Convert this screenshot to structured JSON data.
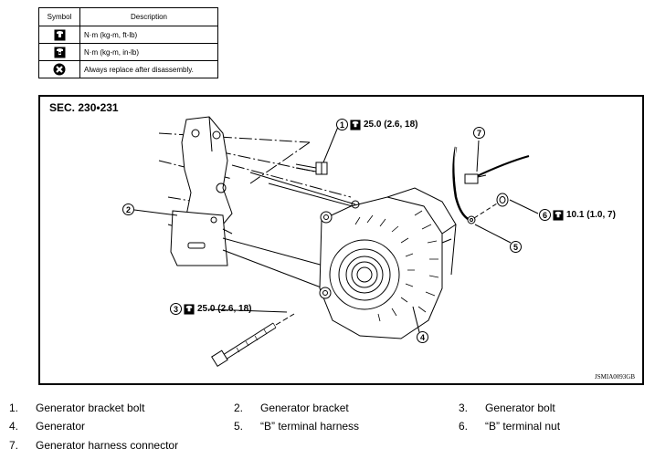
{
  "legend": {
    "header_symbol": "Symbol",
    "header_description": "Description",
    "rows": [
      {
        "icon": "torque-wrench-icon",
        "text": "N·m (kg-m, ft-lb)"
      },
      {
        "icon": "torque-wrench-small-icon",
        "text": "N·m (kg-m, in-lb)"
      },
      {
        "icon": "replace-part-icon",
        "text": "Always replace after disassembly."
      }
    ]
  },
  "diagram": {
    "section": "SEC. 230•231",
    "figure_id": "JSMIA0093GB",
    "callouts": [
      {
        "num": "1",
        "torque": "25.0 (2.6, 18)"
      },
      {
        "num": "2"
      },
      {
        "num": "3",
        "torque": "25.0 (2.6, 18)"
      },
      {
        "num": "4"
      },
      {
        "num": "5"
      },
      {
        "num": "6",
        "torque": "10.1 (1.0, 7)"
      },
      {
        "num": "7"
      }
    ]
  },
  "parts": [
    {
      "num": "1.",
      "label": "Generator bracket bolt"
    },
    {
      "num": "2.",
      "label": "Generator bracket"
    },
    {
      "num": "3.",
      "label": "Generator bolt"
    },
    {
      "num": "4.",
      "label": "Generator"
    },
    {
      "num": "5.",
      "label": "“B” terminal harness"
    },
    {
      "num": "6.",
      "label": "“B” terminal nut"
    },
    {
      "num": "7.",
      "label": "Generator harness connector"
    }
  ]
}
